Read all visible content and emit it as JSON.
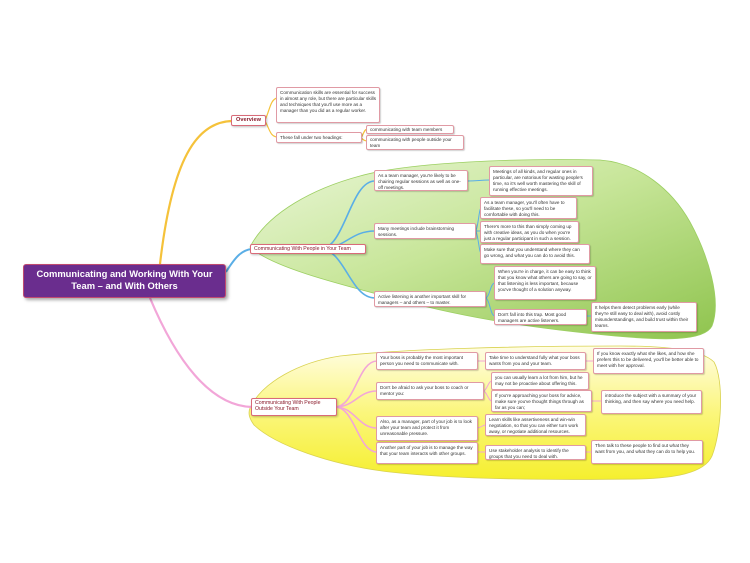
{
  "root": {
    "title": "Communicating and Working With Your Team – and With Others"
  },
  "overview": {
    "label": "Overview",
    "detail": "Communication skills are essential for success in almost any role, but there are particular skills and techniques that you'll use more as a manager than you did as a regular worker.",
    "two_headings_label": "These fall under two headings:",
    "heading_1": "communicating with team members",
    "heading_2": "communicating with people outside your team"
  },
  "team": {
    "label": "Communicating With People in Your Team",
    "sessions": "As a team manager, you're likely to be chairing regular sessions as well as one-off meetings.",
    "sessions_detail": "Meetings of all kinds, and regular ones in particular, are notorious for wasting people's time, so it's well worth mastering the skill of running effective meetings.",
    "brainstorming": "Many meetings include brainstorming sessions.",
    "brainstorm_1": "As a team manager, you'll often have to facilitate these, so you'll need to be comfortable with doing this.",
    "brainstorm_2": "There's more to this than simply coming up with creative ideas, as you do when you're just a regular participant in such a session.",
    "brainstorm_3": "Make sure that you understand where they can go wrong, and what you can do to avoid this.",
    "listening": "Active listening is another important skill for managers – and others – to master.",
    "listening_1": "When you're in charge, it can be easy to think that you know what others are going to say, or that listening is less important, because you've thought of a solution anyway.",
    "listening_2": "Don't fall into this trap. Most good managers are active listeners.",
    "listening_3": "It helps them detect problems early (while they're still easy to deal with), avoid costly misunderstandings, and build trust within their teams."
  },
  "outside": {
    "label": "Communicating With People Outside Your Team",
    "boss": "Your boss is probably the most important person you need to communicate with.",
    "boss_1": "Take time to understand fully what your boss wants from you and your team.",
    "boss_2": "If you know exactly what she likes, and how she prefers this to be delivered, you'll be better able to meet with her approval.",
    "ask_boss": "Don't be afraid to ask your boss to coach or mentor you:",
    "ask_1": "you can usually learn a lot from him, but he may not be proactive about offering this.",
    "ask_2": "If you're approaching your boss for advice, make sure you've thought things through as far as you can;",
    "ask_3": "introduce the subject with a summary of your thinking, and then say where you need help.",
    "protect": "Also, as a manager, part of your job is to look after your team and protect it from unreasonable pressure.",
    "protect_1": "Learn skills like assertiveness and win-win negotiation, so that you can either turn work away, or negotiate additional resources.",
    "manage": "Another part of your job is to manage the way that your team interacts with other groups.",
    "manage_1": "Use stakeholder analysis to identify the groups that you need to deal with.",
    "manage_2": "Then talk to these people to find out what they want from you, and what they can do to help you."
  },
  "colors": {
    "root_fill": "#6a2d8e",
    "overview_line": "#f5c23a",
    "team_line": "#5aaee6",
    "outside_line": "#f2a6d8",
    "box_border": "#e09aa4",
    "team_cloud": "#a8d46a",
    "outside_cloud": "#f7f24a"
  }
}
